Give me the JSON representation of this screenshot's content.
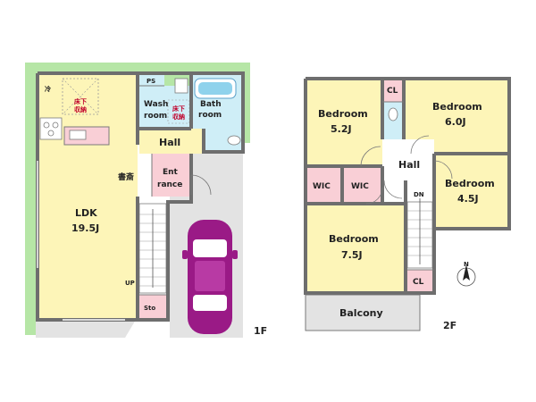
{
  "floor1": {
    "floor_label": "1F",
    "fridge_label": "冷",
    "storage_label_line1": "床下",
    "storage_label_line2": "収納",
    "ps_label": "PS",
    "washroom_line1": "Wash",
    "washroom_line2": "room",
    "storage2_line1": "床下",
    "storage2_line2": "収納",
    "bathroom_line1": "Bath",
    "bathroom_line2": "room",
    "hall_label": "Hall",
    "study_label": "書斎",
    "entrance_line1": "Ent",
    "entrance_line2": "rance",
    "ldk_label": "LDK",
    "ldk_size": "19.5J",
    "up_label": "UP",
    "storage_small_label": "Sto"
  },
  "floor2": {
    "floor_label": "2F",
    "bedroom_a_label": "Bedroom",
    "bedroom_a_size": "5.2J",
    "closet_top_label": "CL",
    "bedroom_b_label": "Bedroom",
    "bedroom_b_size": "6.0J",
    "hall_label": "Hall",
    "bedroom_c_label": "Bedroom",
    "bedroom_c_size": "4.5J",
    "wic1_label": "WIC",
    "wic2_label": "WIC",
    "dn_label": "DN",
    "bedroom_d_label": "Bedroom",
    "bedroom_d_size": "7.5J",
    "closet_bottom_label": "CL",
    "balcony_label": "Balcony",
    "compass_label": "N"
  },
  "colors": {
    "room_yellow": "#fdf5b8",
    "wet_blue": "#cfeef7",
    "entrance_pink": "#f9cfd6",
    "garden_green": "#b6e6a6",
    "parking_gray": "#e3e3e3",
    "car_purple": "#9a1a86",
    "wall_gray": "#6e6e6e"
  }
}
